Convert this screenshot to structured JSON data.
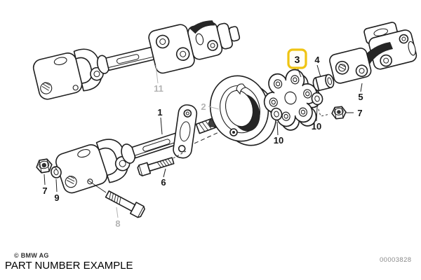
{
  "footer": {
    "copyright": "© BMW AG",
    "caption": "PART NUMBER EXAMPLE",
    "diagram_number": "00003828"
  },
  "callouts": {
    "c1": "1",
    "c2": "2",
    "c3": "3",
    "c4": "4",
    "c5": "5",
    "c6": "6",
    "c7_left": "7",
    "c7_right": "7",
    "c8": "8",
    "c9": "9",
    "c10_left": "10",
    "c10_right": "10",
    "c11": "11"
  },
  "colors": {
    "highlight_badge_border": "#EFC413",
    "highlight_badge_fill": "#FFFEF6",
    "line_art": "#1f1f1f",
    "muted_callout": "#b3b3b3",
    "diagram_number_text": "#8a8a8a",
    "background": "#ffffff"
  }
}
